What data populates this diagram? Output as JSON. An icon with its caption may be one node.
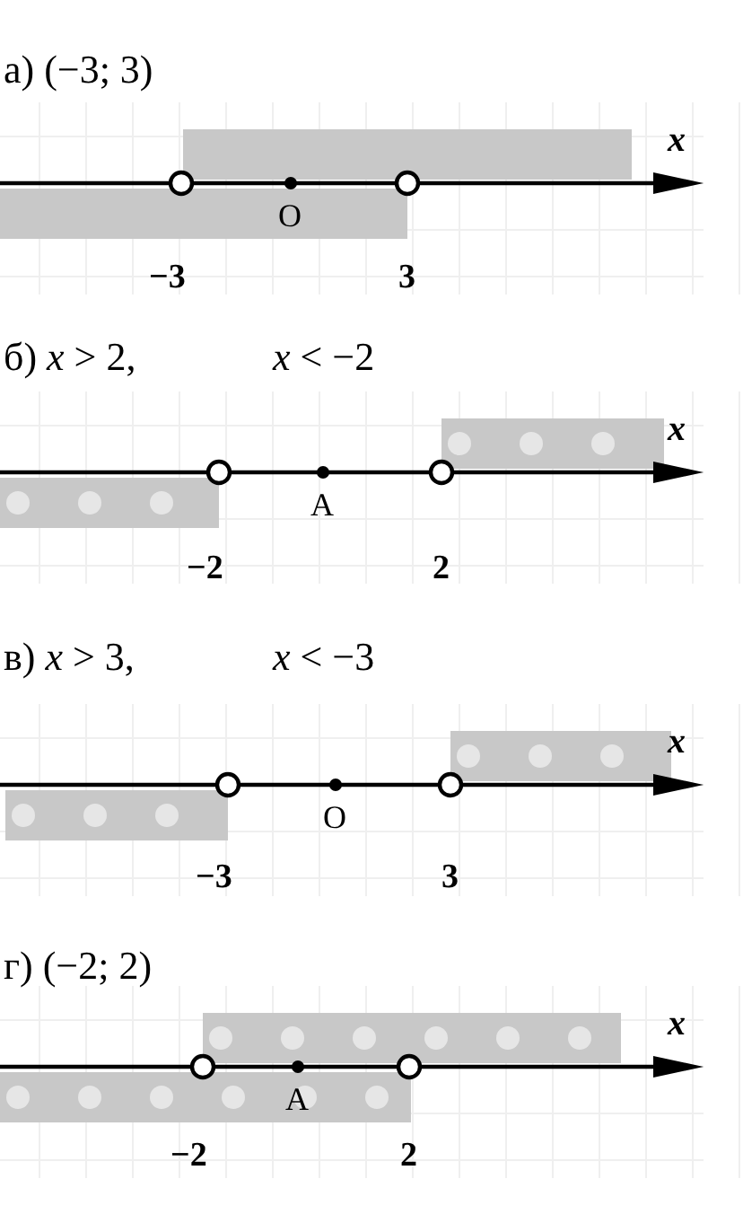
{
  "diagram": {
    "labels": [
      "а) (−3; 3)",
      "x",
      "O",
      "−3",
      "3",
      "б) *x* > 2,",
      "*x* < −2",
      "x",
      "A",
      "−2",
      "2",
      "в) *x* > 3,",
      "*x* < −3",
      "x",
      "O",
      "−3",
      "3",
      "г) (−2; 2)",
      "x",
      "A",
      "−2",
      "2"
    ]
  }
}
